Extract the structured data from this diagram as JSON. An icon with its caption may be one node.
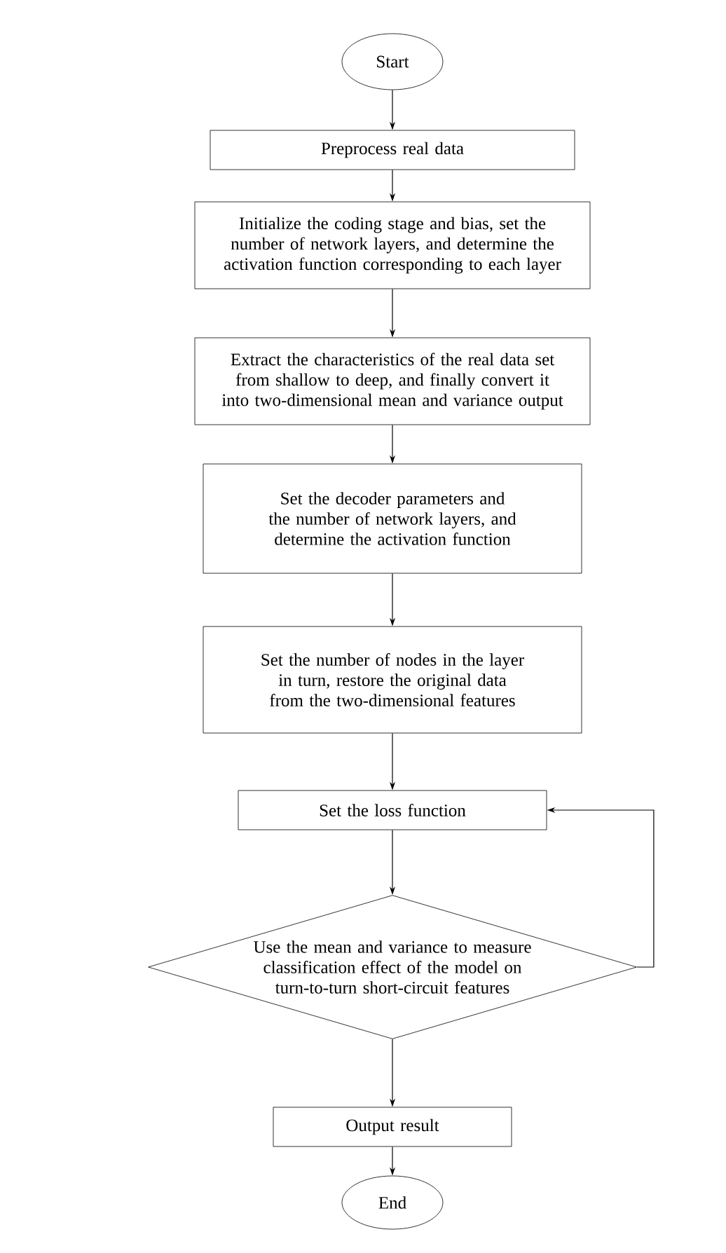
{
  "diagram": {
    "nodes": [
      {
        "text": [
          "Start"
        ]
      },
      {
        "text": [
          "Preprocess real data"
        ]
      },
      {
        "text": [
          "Initialize the coding stage and bias, set the number of network layers, and determine the activation function corresponding to each layer"
        ]
      },
      {
        "text": [
          "Extract the characteristics of the real data set from shallow to deep, and finally convert it into two-dimensional mean and variance output"
        ]
      },
      {
        "text": [
          "Set the decoder parameters and the number of network layers, and determine the activation function"
        ]
      },
      {
        "text": [
          "Set the number of nodes in the layer in turn, restore the original data from the two-dimensional features"
        ]
      },
      {
        "text": [
          "Set the loss function"
        ]
      },
      {
        "text": [
          "Use the mean and variance to measure classification effect of the model on turn-to-turn short-circuit features"
        ]
      },
      {
        "text": [
          "Output result"
        ]
      },
      {
        "text": [
          "End"
        ]
      }
    ],
    "edges": [
      {
        "from": 0,
        "to": 1,
        "arrow": "to"
      },
      {
        "from": 1,
        "to": 2,
        "arrow": "to"
      },
      {
        "from": 2,
        "to": 3,
        "arrow": "to"
      },
      {
        "from": 3,
        "to": 4,
        "arrow": "to"
      },
      {
        "from": 4,
        "to": 5,
        "arrow": "to"
      },
      {
        "from": 5,
        "to": 6,
        "arrow": "to"
      },
      {
        "from": 6,
        "to": 7,
        "arrow": "to"
      },
      {
        "from": 7,
        "to": 8,
        "arrow": "to"
      },
      {
        "from": 8,
        "to": 9,
        "arrow": "to"
      },
      {
        "from": 7,
        "to": 6,
        "arrow": "to"
      }
    ]
  }
}
